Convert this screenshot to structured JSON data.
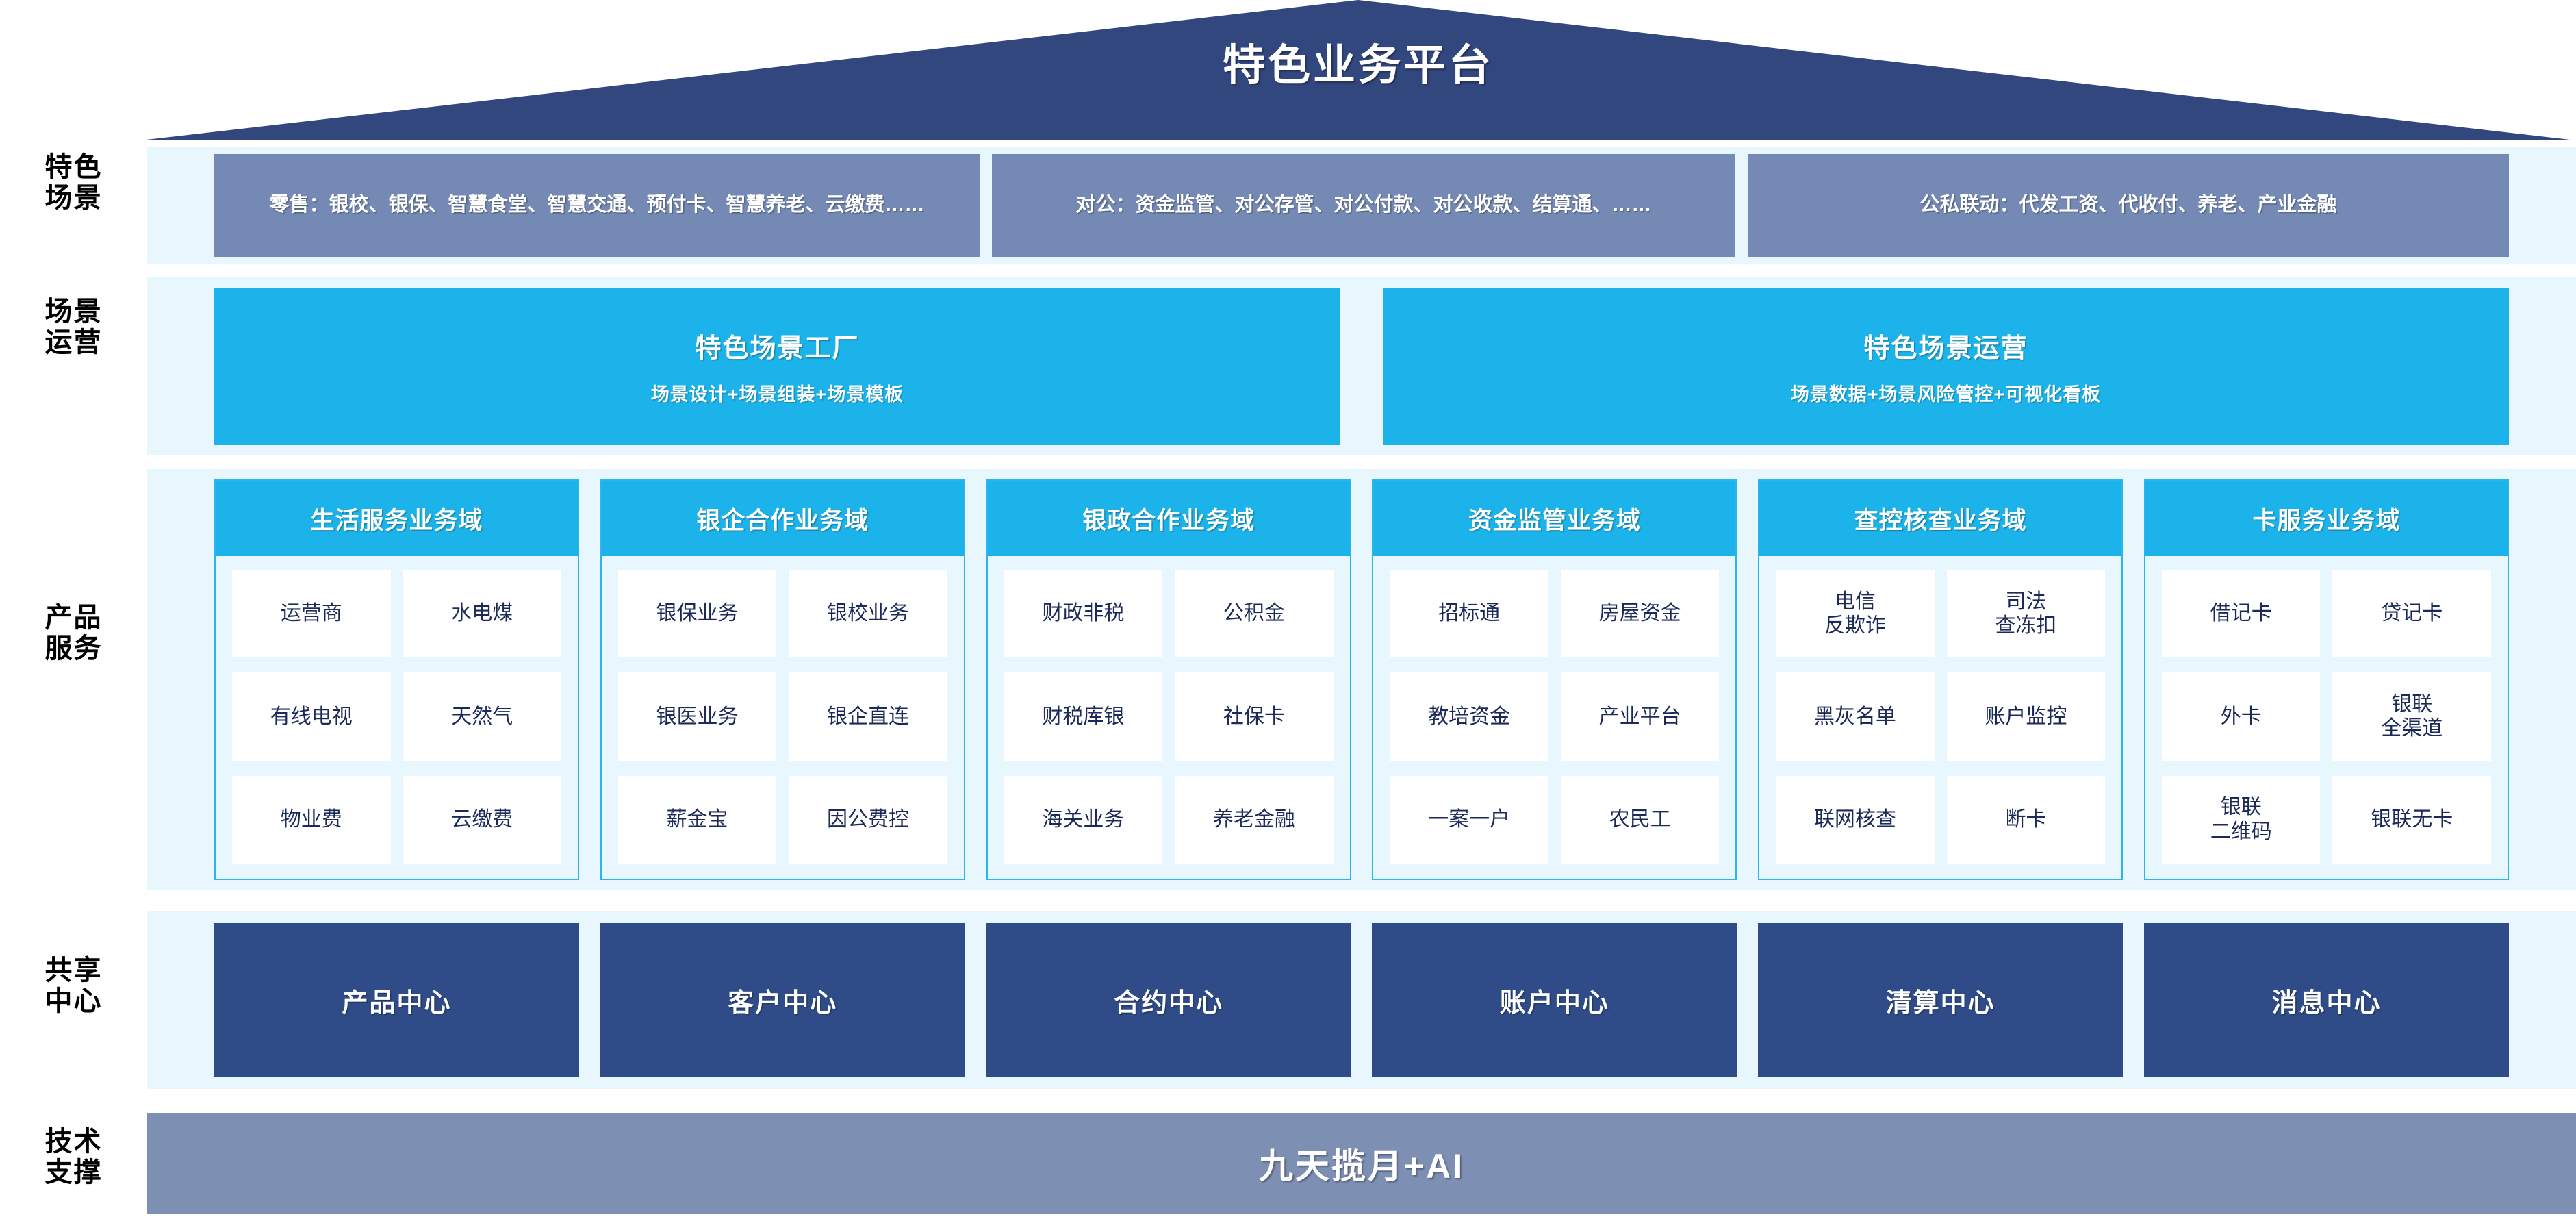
{
  "title": "特色业务平台",
  "row_labels": {
    "scene": "特色\n场景",
    "ops": "场景\n运营",
    "product": "产品\n服务",
    "shared": "共享\n中心",
    "tech": "技术\n支撑"
  },
  "colors": {
    "roof_navy": "#33477f",
    "scene_box": "#7489b4",
    "cyan": "#1cb3ea",
    "card_border": "#29b6ef",
    "band_light": "#e8f6fe",
    "center_navy": "#2f4b88",
    "tech_bar": "#7e8fb4",
    "cell_text": "#1b2a59"
  },
  "scenes": [
    "零售：银校、银保、智慧食堂、智慧交通、预付卡、智慧养老、云缴费……",
    "对公：资金监管、对公存管、对公付款、对公收款、结算通、……",
    "公私联动：代发工资、代收付、养老、产业金融"
  ],
  "scene_ops": [
    {
      "title": "特色场景工厂",
      "subtitle": "场景设计+场景组装+场景模板"
    },
    {
      "title": "特色场景运营",
      "subtitle": "场景数据+场景风险管控+可视化看板"
    }
  ],
  "domains": [
    {
      "name": "生活服务业务域",
      "items": [
        "运营商",
        "水电煤",
        "有线电视",
        "天然气",
        "物业费",
        "云缴费"
      ]
    },
    {
      "name": "银企合作业务域",
      "items": [
        "银保业务",
        "银校业务",
        "银医业务",
        "银企直连",
        "薪金宝",
        "因公费控"
      ]
    },
    {
      "name": "银政合作业务域",
      "items": [
        "财政非税",
        "公积金",
        "财税库银",
        "社保卡",
        "海关业务",
        "养老金融"
      ]
    },
    {
      "name": "资金监管业务域",
      "items": [
        "招标通",
        "房屋资金",
        "教培资金",
        "产业平台",
        "一案一户",
        "农民工"
      ]
    },
    {
      "name": "查控核查业务域",
      "items": [
        "电信\n反欺诈",
        "司法\n查冻扣",
        "黑灰名单",
        "账户监控",
        "联网核查",
        "断卡"
      ]
    },
    {
      "name": "卡服务业务域",
      "items": [
        "借记卡",
        "贷记卡",
        "外卡",
        "银联\n全渠道",
        "银联\n二维码",
        "银联无卡"
      ]
    }
  ],
  "shared_centers": [
    "产品中心",
    "客户中心",
    "合约中心",
    "账户中心",
    "清算中心",
    "消息中心"
  ],
  "tech_support": "九天揽月+AI"
}
